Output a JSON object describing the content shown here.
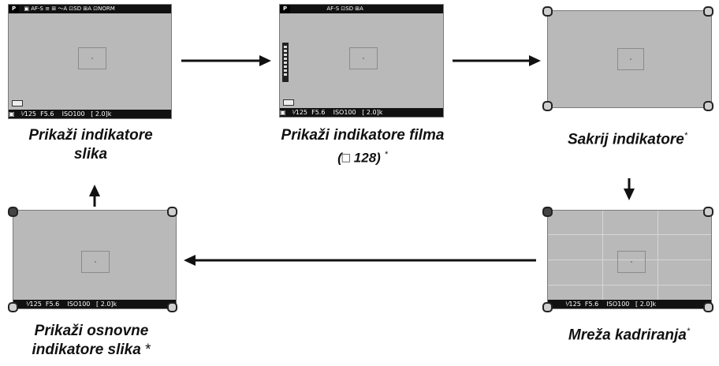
{
  "screens": {
    "s1": {
      "mode": "P",
      "top_text": "▣ AF-S  ≡ ⊞ 〜A  ⊡SD ⊞A ⊡NORM",
      "bottom_text": "▣   ¹⁄125  F5.6    ISO100   [ 2.0]k"
    },
    "s2": {
      "mode": "P",
      "top_text": "AF-S  ⊡SD ⊞A",
      "bottom_text": "▣   ¹⁄125  F5.6    ISO100   [ 2.0]k"
    },
    "s4": {
      "bottom_text": "¹⁄125  F5.6    ISO100   [ 2.0]k"
    },
    "s5": {
      "bottom_text": "¹⁄125  F5.6    ISO100   [ 2.0]k"
    }
  },
  "captions": {
    "show_photo_line1": "Prikaži indikatore",
    "show_photo_line2": "slika",
    "show_movie_line1": "Prikaži indikatore filma",
    "show_movie_line2": "(□ 128)",
    "show_movie_star": "*",
    "hide": "Sakrij indikatore",
    "hide_star": "*",
    "grid": "Mreža kadriranja",
    "grid_star": "*",
    "basic_line1": "Prikaži osnovne",
    "basic_line2": "indikatore slika",
    "basic_star": "*"
  }
}
